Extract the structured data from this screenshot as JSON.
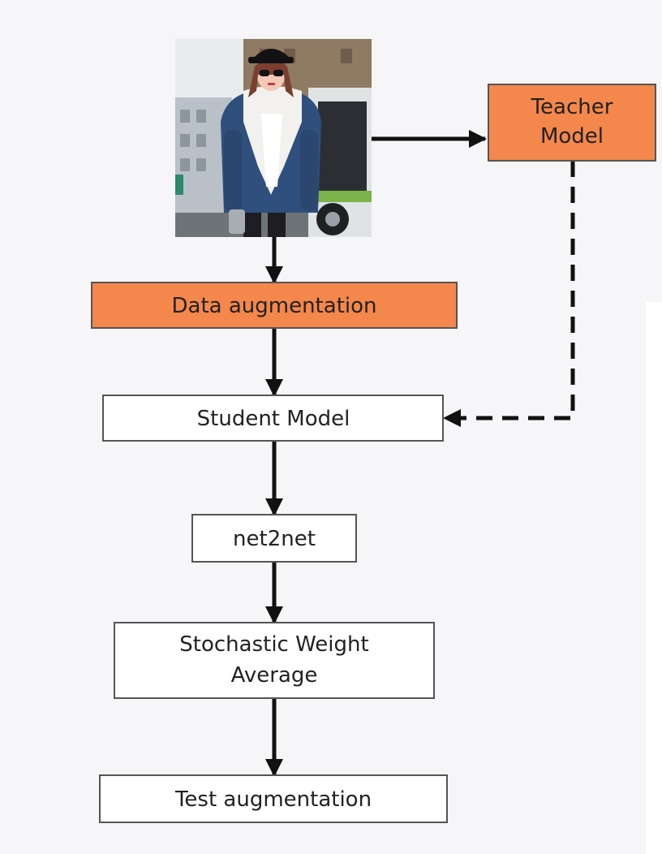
{
  "colors": {
    "accent_fill": "#f4874b",
    "plain_fill": "#ffffff",
    "border": "#555555",
    "arrow": "#111111",
    "background": "#f6f5f7"
  },
  "photo": {
    "icon": "photo-person-denim-jacket-icon"
  },
  "nodes": {
    "teacher_model": {
      "line1": "Teacher",
      "line2": "Model"
    },
    "data_augmentation": {
      "label": "Data augmentation"
    },
    "student_model": {
      "label": "Student Model"
    },
    "net2net": {
      "label": "net2net"
    },
    "swa": {
      "line1": "Stochastic Weight",
      "line2": "Average"
    },
    "test_augmentation": {
      "label": "Test augmentation"
    }
  }
}
